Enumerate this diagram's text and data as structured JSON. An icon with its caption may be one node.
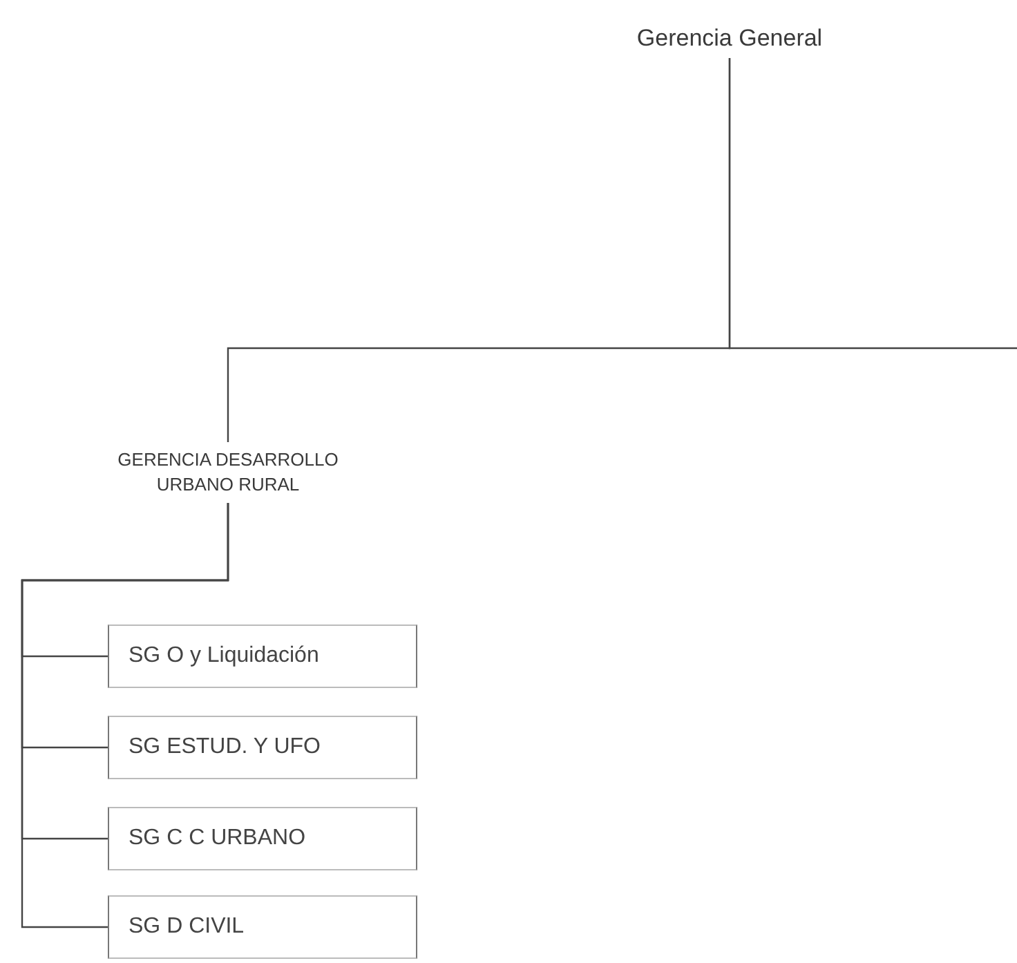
{
  "diagram": {
    "nodes": [
      {
        "text": [
          "Gerencia General"
        ]
      },
      {
        "text": [
          "GERENCIA DESARROLLO URBANO RURAL"
        ]
      },
      {
        "text": [
          "SG O y Liquidación"
        ]
      },
      {
        "text": [
          "SG ESTUD. Y UFO"
        ]
      },
      {
        "text": [
          "SG C C URBANO"
        ]
      },
      {
        "text": [
          "SG D CIVIL"
        ]
      }
    ],
    "edges": [
      {
        "from": 0,
        "to": 1,
        "arrow": "none"
      },
      {
        "from": 0,
        "to": null,
        "arrow": "none"
      },
      {
        "from": 1,
        "to": 2,
        "arrow": "none"
      },
      {
        "from": 1,
        "to": 3,
        "arrow": "none"
      },
      {
        "from": 1,
        "to": 4,
        "arrow": "none"
      },
      {
        "from": 1,
        "to": 5,
        "arrow": "none"
      }
    ]
  }
}
